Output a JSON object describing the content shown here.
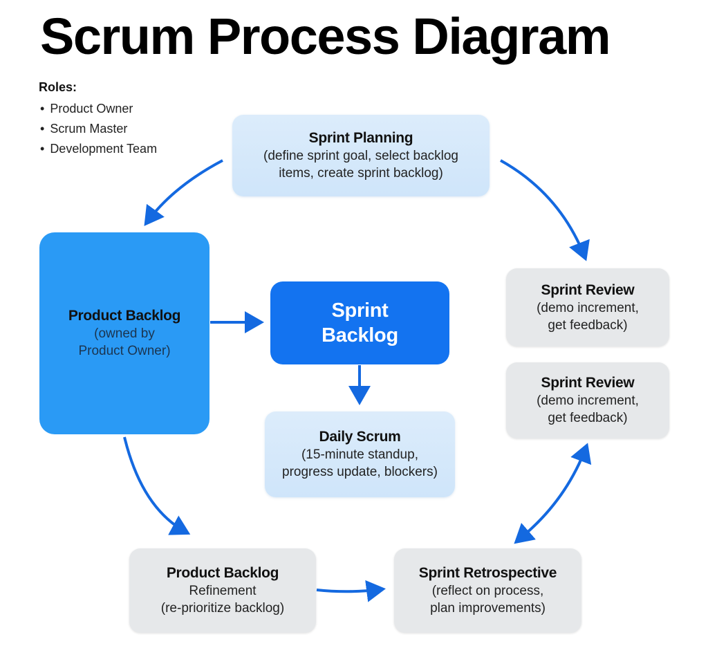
{
  "title": "Scrum Process Diagram",
  "roles": {
    "heading": "Roles:",
    "items": [
      "Product Owner",
      "Scrum Master",
      "Development Team"
    ]
  },
  "colors": {
    "arrow": "#1469e0",
    "product_backlog_fill": "#2a9af5",
    "sprint_backlog_fill": "#1373f0",
    "light_blue_fill": "#d6e9fb",
    "gray_fill": "#e6e8ea"
  },
  "nodes": {
    "sprint_planning": {
      "title": "Sprint Planning",
      "desc": [
        "(define sprint goal, select backlog",
        "items, create sprint backlog)"
      ]
    },
    "product_backlog": {
      "title": "Product Backlog",
      "desc": [
        "(owned by",
        "Product Owner)"
      ]
    },
    "sprint_backlog": {
      "title": [
        "Sprint",
        "Backlog"
      ]
    },
    "daily_scrum": {
      "title": "Daily Scrum",
      "desc": [
        "(15-minute standup,",
        "progress update, blockers)"
      ]
    },
    "sprint_review_1": {
      "title": "Sprint Review",
      "desc": [
        "(demo increment,",
        "get feedback)"
      ]
    },
    "sprint_review_2": {
      "title": "Sprint Review",
      "desc": [
        "(demo increment,",
        "get feedback)"
      ]
    },
    "pb_refinement": {
      "title": "Product Backlog",
      "desc": [
        "Refinement",
        "(re-prioritize backlog)"
      ]
    },
    "sprint_retrospective": {
      "title": "Sprint Retrospective",
      "desc": [
        "(reflect on process,",
        "plan improvements)"
      ]
    }
  },
  "edges": [
    {
      "from": "Sprint Planning",
      "to": "Product Backlog"
    },
    {
      "from": "Sprint Planning",
      "to": "Sprint Review"
    },
    {
      "from": "Product Backlog",
      "to": "Sprint Backlog"
    },
    {
      "from": "Sprint Backlog",
      "to": "Daily Scrum"
    },
    {
      "from": "Product Backlog",
      "to": "Product Backlog Refinement"
    },
    {
      "from": "Product Backlog Refinement",
      "to": "Sprint Retrospective"
    },
    {
      "from": "Sprint Retrospective",
      "to": "Sprint Review",
      "bidirectional": true
    }
  ]
}
